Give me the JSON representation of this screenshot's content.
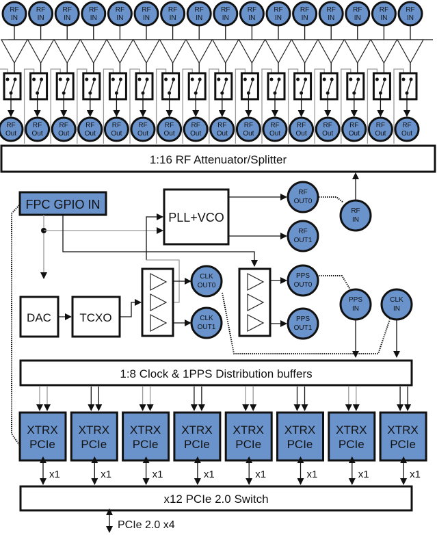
{
  "rf_inputs": {
    "count": 16,
    "label_top": "RF",
    "label_bottom": "IN"
  },
  "rf_outputs": {
    "count": 16,
    "label_top": "RF",
    "label_bottom": "Out"
  },
  "attenuator": {
    "label": "1:16 RF Attenuator/Splitter"
  },
  "gpio": {
    "label": "FPC GPIO IN"
  },
  "pll": {
    "label": "PLL+VCO"
  },
  "rf_out0": {
    "top": "RF",
    "bottom": "OUT0"
  },
  "rf_out1": {
    "top": "RF",
    "bottom": "OUT1"
  },
  "rf_in_ext": {
    "top": "RF",
    "bottom": "IN"
  },
  "dac": {
    "label": "DAC"
  },
  "tcxo": {
    "label": "TCXO"
  },
  "clk_out0": {
    "top": "CLK",
    "bottom": "OUT0"
  },
  "clk_out1": {
    "top": "CLK",
    "bottom": "OUT1"
  },
  "pps_out0": {
    "top": "PPS",
    "bottom": "OUT0"
  },
  "pps_out1": {
    "top": "PPS",
    "bottom": "OUT1"
  },
  "pps_in": {
    "top": "PPS",
    "bottom": "IN"
  },
  "clk_in": {
    "top": "CLK",
    "bottom": "IN"
  },
  "distribution": {
    "label": "1:8 Clock & 1PPS Distribution buffers"
  },
  "xtrx": {
    "count": 8,
    "line1": "XTRX",
    "line2": "PCIe",
    "link_label": "x1"
  },
  "switch": {
    "label": "x12 PCIe 2.0 Switch"
  },
  "host_link": {
    "label": "PCIe 2.0 x4"
  },
  "colors": {
    "node_fill": "#6a93cb",
    "stroke": "#111111"
  }
}
